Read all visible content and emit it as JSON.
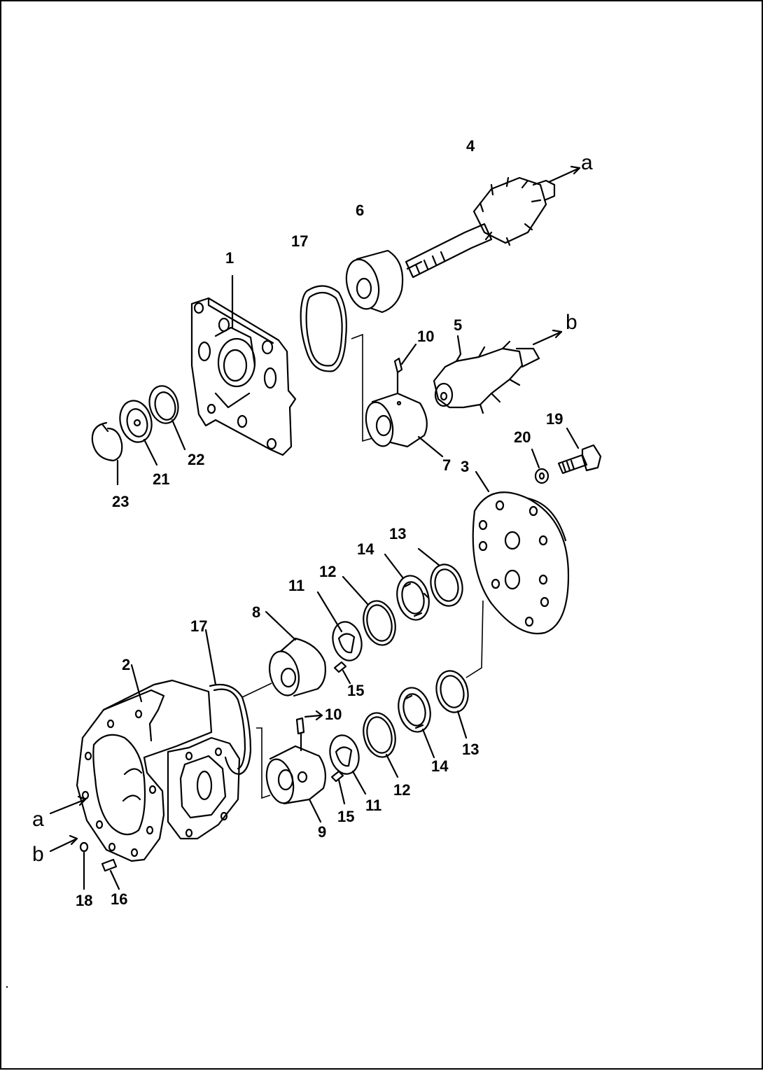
{
  "diagram": {
    "callouts": [
      {
        "id": "p1",
        "text": "1"
      },
      {
        "id": "p2",
        "text": "2"
      },
      {
        "id": "p3",
        "text": "3"
      },
      {
        "id": "p4",
        "text": "4"
      },
      {
        "id": "p5",
        "text": "5"
      },
      {
        "id": "p6",
        "text": "6"
      },
      {
        "id": "p7",
        "text": "7"
      },
      {
        "id": "p8",
        "text": "8"
      },
      {
        "id": "p9",
        "text": "9"
      },
      {
        "id": "p10a",
        "text": "10"
      },
      {
        "id": "p10b",
        "text": "10"
      },
      {
        "id": "p11a",
        "text": "11"
      },
      {
        "id": "p11b",
        "text": "11"
      },
      {
        "id": "p12a",
        "text": "12"
      },
      {
        "id": "p12b",
        "text": "12"
      },
      {
        "id": "p13a",
        "text": "13"
      },
      {
        "id": "p13b",
        "text": "13"
      },
      {
        "id": "p14a",
        "text": "14"
      },
      {
        "id": "p14b",
        "text": "14"
      },
      {
        "id": "p15a",
        "text": "15"
      },
      {
        "id": "p15b",
        "text": "15"
      },
      {
        "id": "p16",
        "text": "16"
      },
      {
        "id": "p17a",
        "text": "17"
      },
      {
        "id": "p17b",
        "text": "17"
      },
      {
        "id": "p18",
        "text": "18"
      },
      {
        "id": "p19",
        "text": "19"
      },
      {
        "id": "p20",
        "text": "20"
      },
      {
        "id": "p21",
        "text": "21"
      },
      {
        "id": "p22",
        "text": "22"
      },
      {
        "id": "p23",
        "text": "23"
      }
    ],
    "refs": [
      {
        "id": "ra1",
        "text": "a"
      },
      {
        "id": "rb1",
        "text": "b"
      },
      {
        "id": "ra2",
        "text": "a"
      },
      {
        "id": "rb2",
        "text": "b"
      }
    ]
  }
}
